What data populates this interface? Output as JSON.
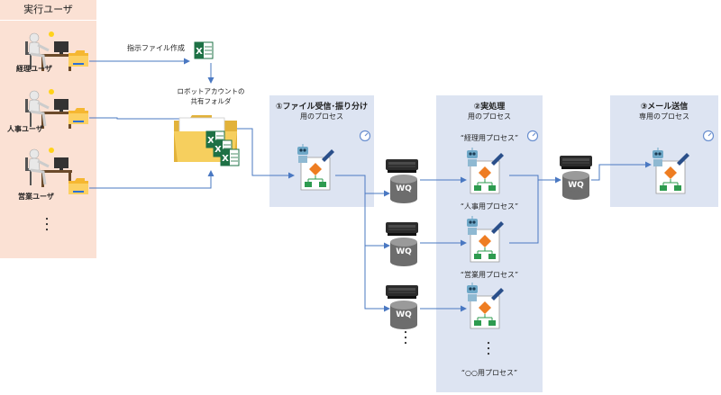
{
  "users_panel": {
    "title": "実行ユーザ",
    "users": [
      {
        "label": "経理ユーザ"
      },
      {
        "label": "人事ユーザ"
      },
      {
        "label": "営業ユーザ"
      }
    ],
    "more": "・\n・\n・"
  },
  "instruction_file": {
    "label": "指示ファイル作成",
    "icon": "excel-file-icon"
  },
  "shared_folder": {
    "label_line1": "ロボットアカウントの",
    "label_line2": "共有フォルダ",
    "icon": "folder-with-excel-files-icon"
  },
  "lanes": [
    {
      "title": "①ファイル受信･振り分け",
      "subtitle": "用のプロセス"
    },
    {
      "title": "②実処理",
      "subtitle": "用のプロセス"
    },
    {
      "title": "③メール送信",
      "subtitle": "専用のプロセス"
    }
  ],
  "work_queue_label": "WQ",
  "process_labels": [
    "“経理用プロセス”",
    "“人事用プロセス”",
    "“営業用プロセス”",
    "“○○用プロセス”"
  ],
  "more_dots": "・\n・\n・",
  "colors": {
    "user_panel_bg": "#fbe1d4",
    "lane_bg": "#dde4f2",
    "arrow": "#4a78c2",
    "excel_green": "#1e7145",
    "diamond_orange": "#ee7d22",
    "flow_green": "#2e9b4f"
  }
}
